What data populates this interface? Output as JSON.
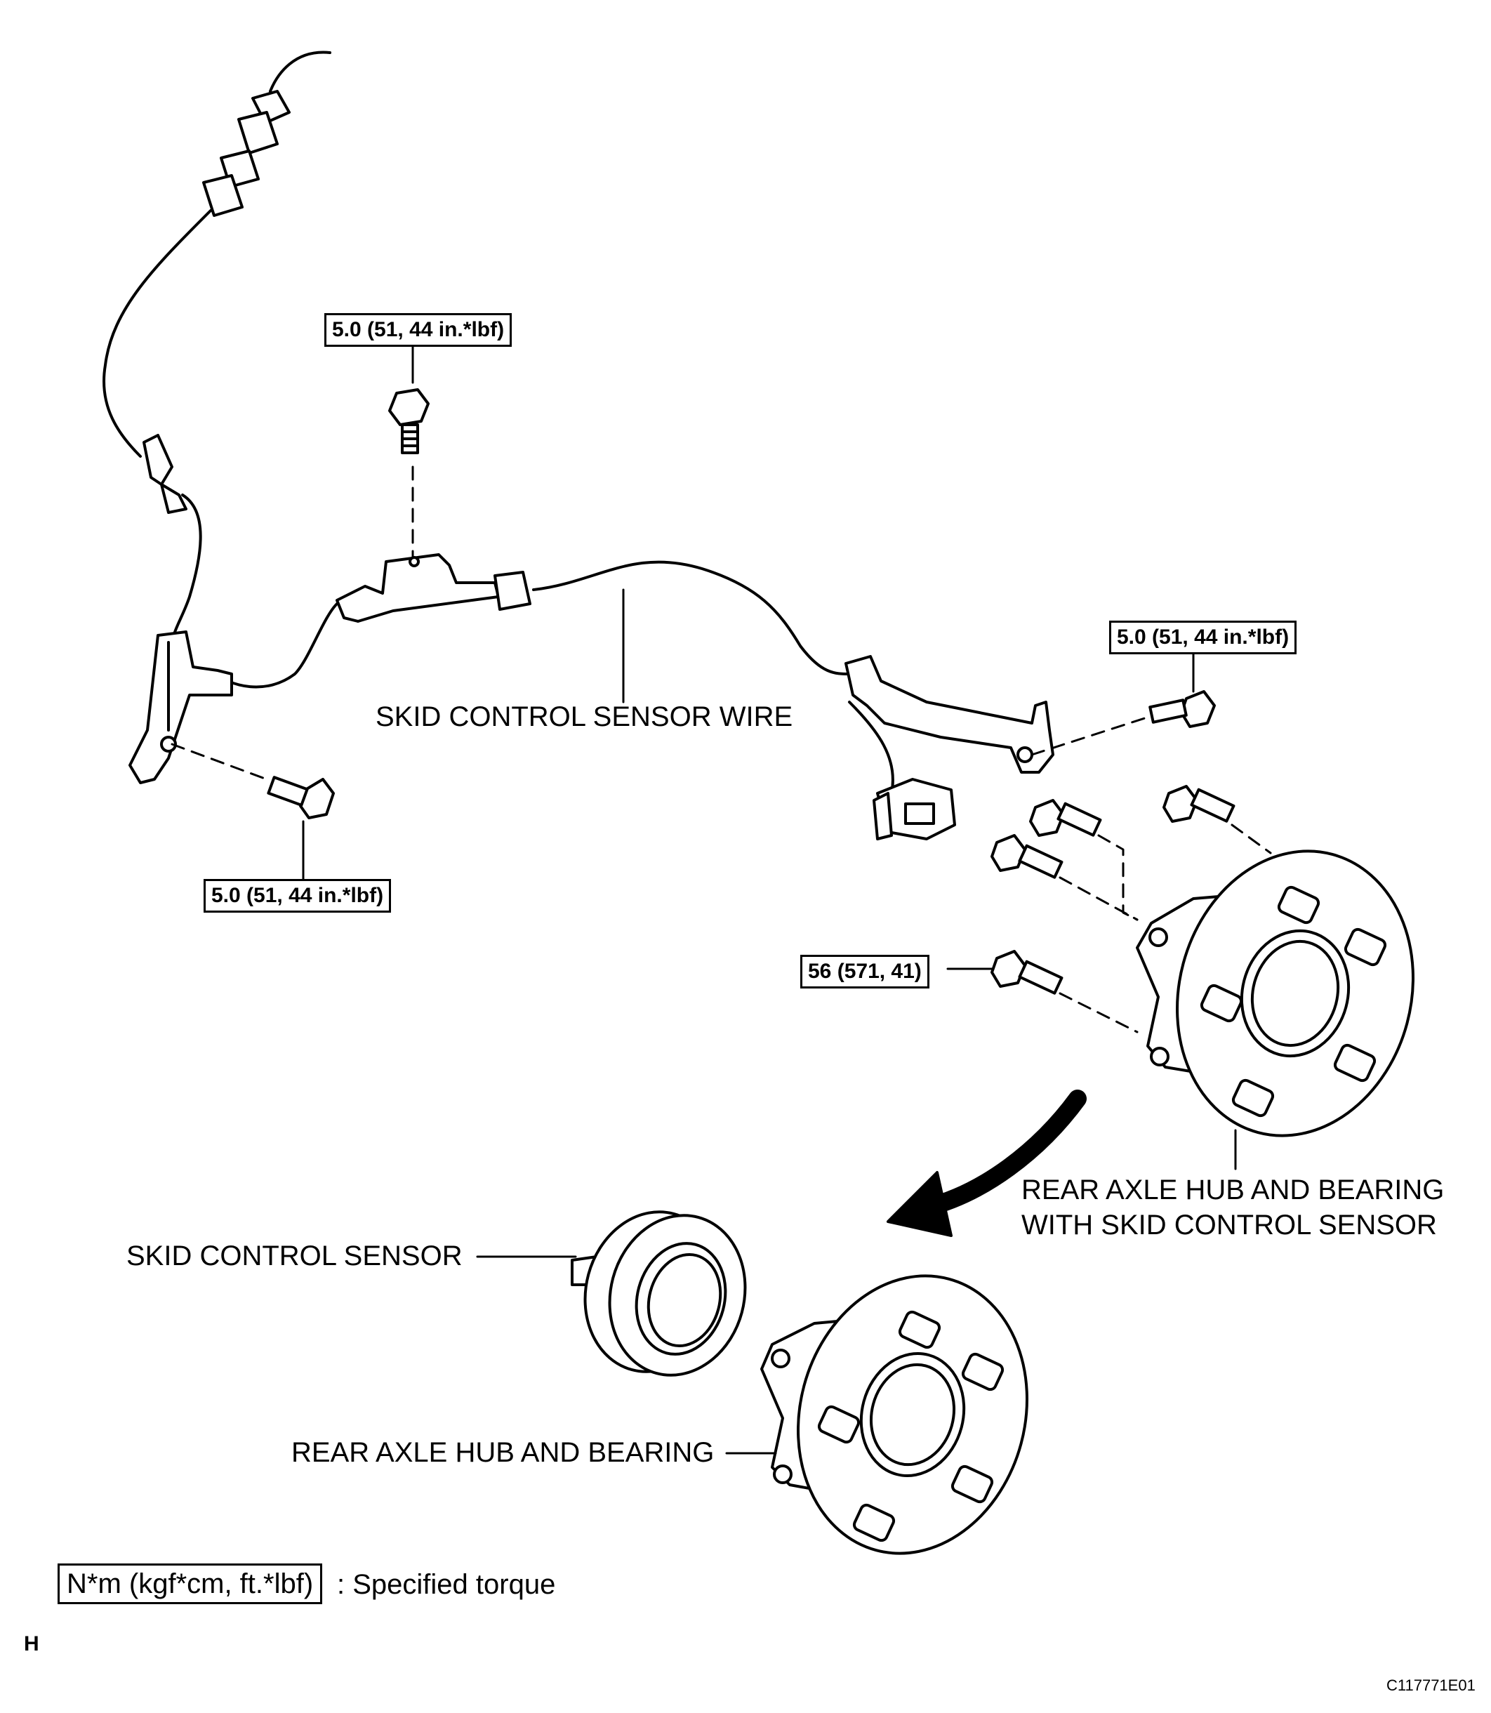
{
  "labels": {
    "skid_control_sensor_wire": "SKID CONTROL SENSOR WIRE",
    "rear_axle_hub_with_sensor_line1": "REAR AXLE HUB AND BEARING",
    "rear_axle_hub_with_sensor_line2": "WITH SKID CONTROL SENSOR",
    "skid_control_sensor": "SKID CONTROL SENSOR",
    "rear_axle_hub": "REAR AXLE HUB AND BEARING"
  },
  "torques": {
    "top": "5.0 (51, 44 in.*lbf)",
    "left": "5.0 (51, 44 in.*lbf)",
    "right": "5.0 (51, 44 in.*lbf)",
    "hub": "56 (571, 41)"
  },
  "legend": {
    "box": "N*m (kgf*cm, ft.*lbf)",
    "text": ": Specified torque"
  },
  "page_letter": "H",
  "figure_code": "C117771E01"
}
